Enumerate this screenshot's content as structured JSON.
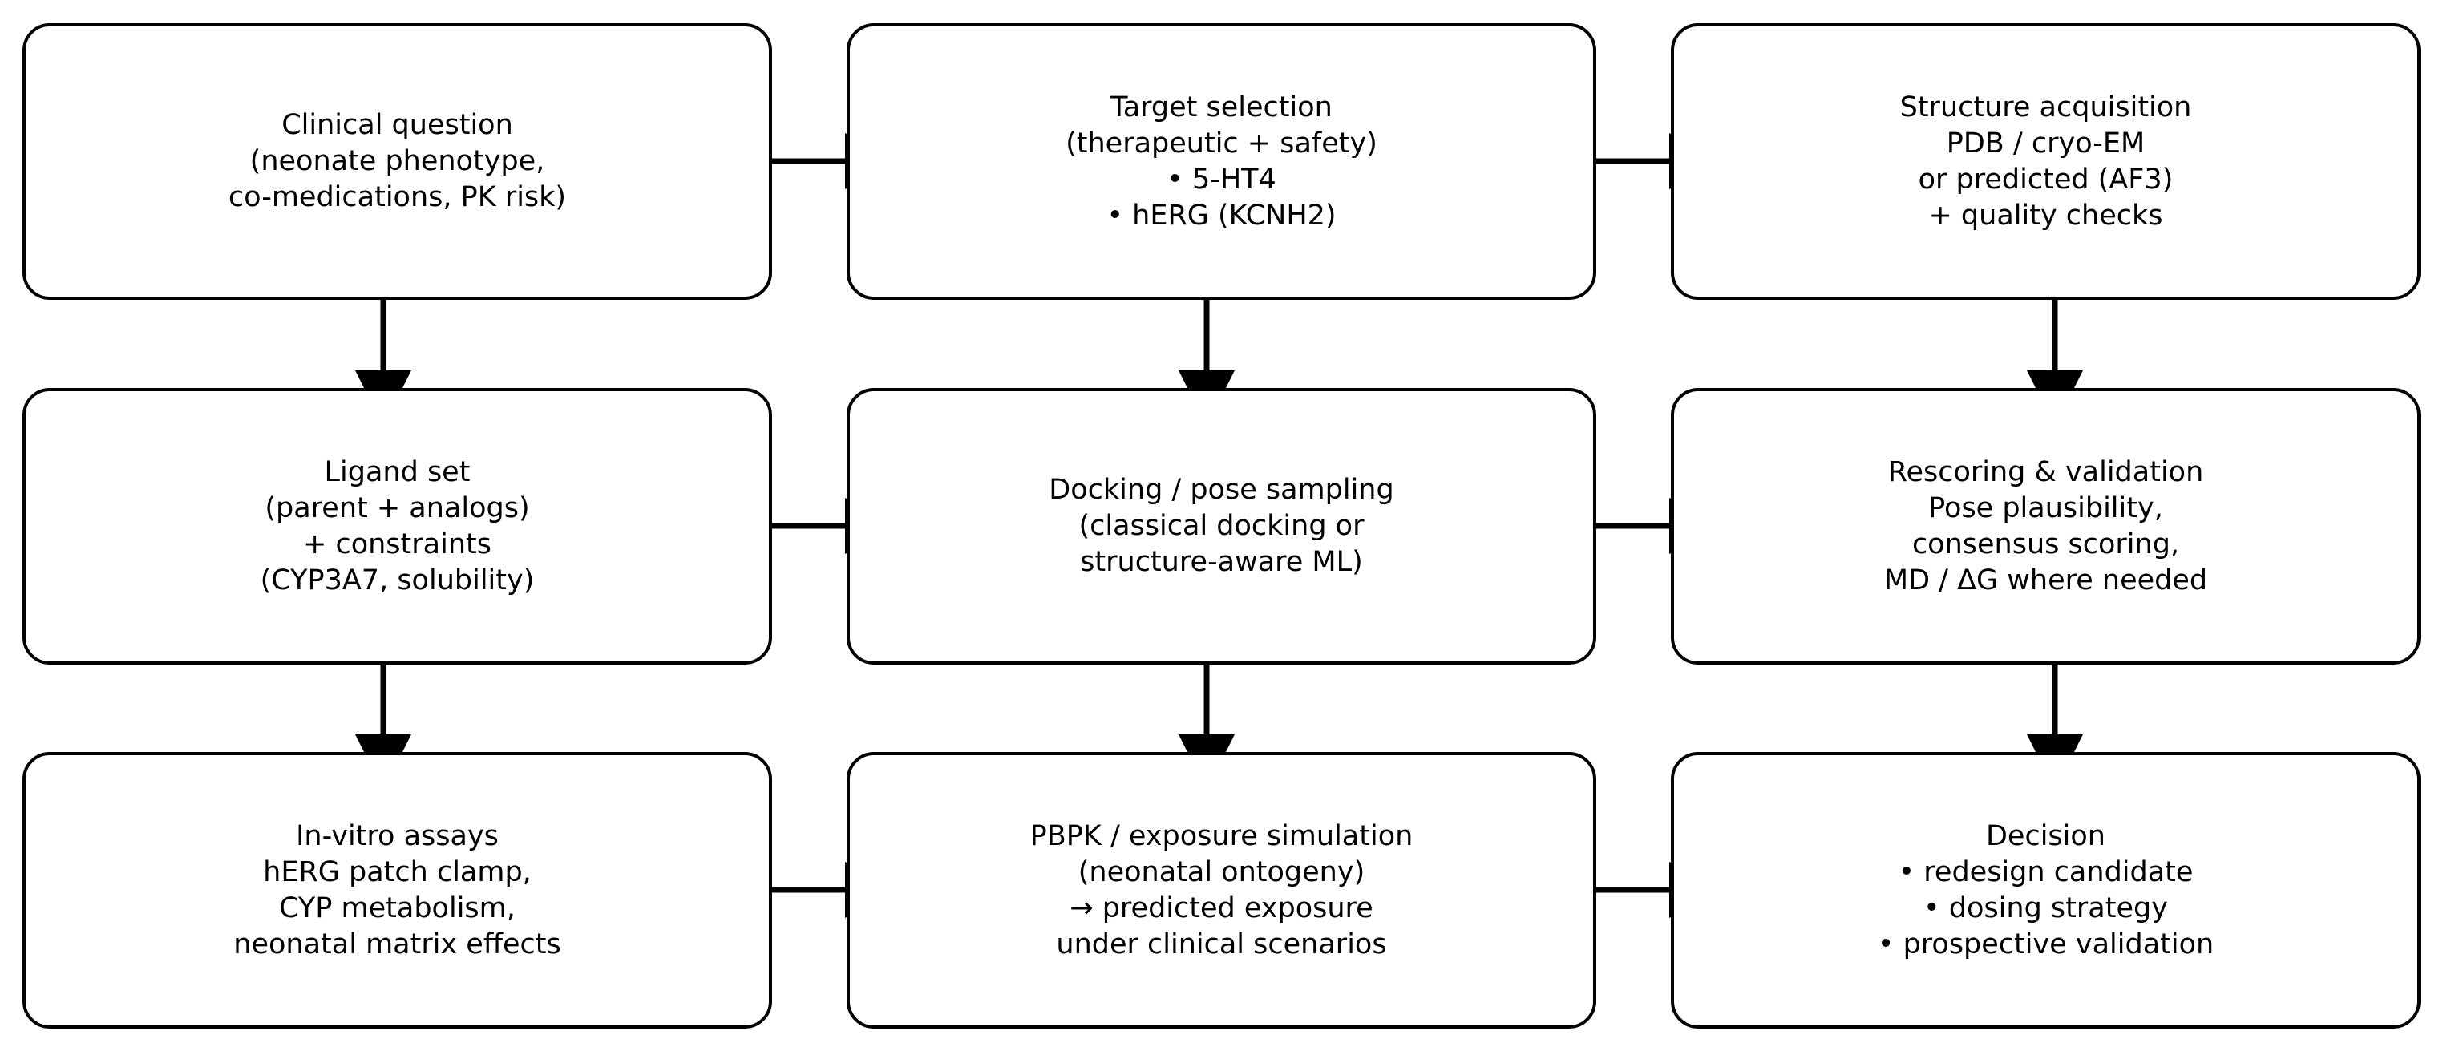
{
  "diagram": {
    "boxes": [
      {
        "id": "clinical-question",
        "lines": [
          "Clinical question",
          "(neonate phenotype,",
          "co-medications, PK risk)"
        ]
      },
      {
        "id": "target-selection",
        "lines": [
          "Target selection",
          "(therapeutic + safety)",
          "• 5-HT4",
          "• hERG (KCNH2)"
        ]
      },
      {
        "id": "structure-acquisition",
        "lines": [
          "Structure acquisition",
          "PDB / cryo-EM",
          "or predicted (AF3)",
          "+ quality checks"
        ]
      },
      {
        "id": "ligand-set",
        "lines": [
          "Ligand set",
          "(parent + analogs)",
          "+ constraints",
          "(CYP3A7, solubility)"
        ]
      },
      {
        "id": "docking",
        "lines": [
          "Docking / pose sampling",
          "(classical docking or",
          "structure-aware ML)"
        ]
      },
      {
        "id": "rescoring",
        "lines": [
          "Rescoring & validation",
          "Pose plausibility,",
          "consensus scoring,",
          "MD / ΔG where needed"
        ]
      },
      {
        "id": "in-vitro-assays",
        "lines": [
          "In-vitro assays",
          "hERG patch clamp,",
          "CYP metabolism,",
          "neonatal matrix effects"
        ]
      },
      {
        "id": "pbpk",
        "lines": [
          "PBPK / exposure simulation",
          "(neonatal ontogeny)",
          "→ predicted exposure",
          "under clinical scenarios"
        ]
      },
      {
        "id": "decision",
        "lines": [
          "Decision",
          "• redesign candidate",
          "• dosing strategy",
          "• prospective validation"
        ]
      }
    ],
    "edges": [
      {
        "from": "clinical-question",
        "to": "target-selection"
      },
      {
        "from": "target-selection",
        "to": "structure-acquisition"
      },
      {
        "from": "ligand-set",
        "to": "docking"
      },
      {
        "from": "docking",
        "to": "rescoring"
      },
      {
        "from": "in-vitro-assays",
        "to": "pbpk"
      },
      {
        "from": "pbpk",
        "to": "decision"
      },
      {
        "from": "clinical-question",
        "to": "ligand-set"
      },
      {
        "from": "target-selection",
        "to": "docking"
      },
      {
        "from": "structure-acquisition",
        "to": "rescoring"
      },
      {
        "from": "ligand-set",
        "to": "in-vitro-assays"
      },
      {
        "from": "docking",
        "to": "pbpk"
      },
      {
        "from": "rescoring",
        "to": "decision"
      }
    ],
    "colors": {
      "stroke": "#000000",
      "fill": "#ffffff",
      "text": "#000000"
    }
  }
}
